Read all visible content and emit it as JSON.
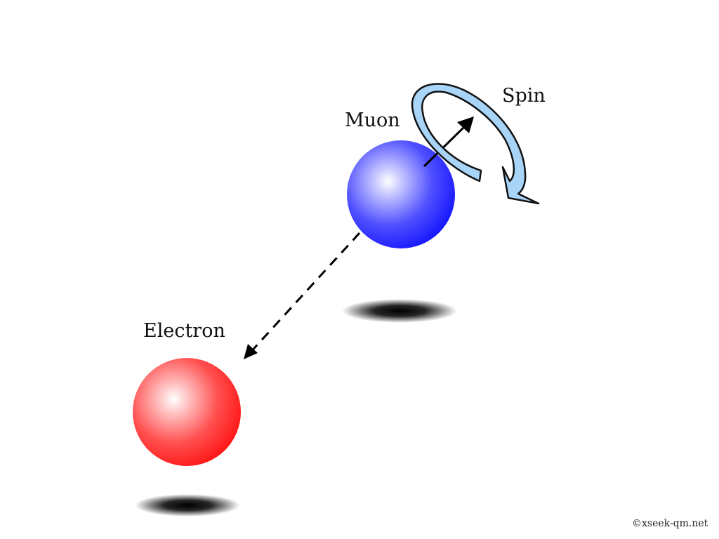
{
  "labels": {
    "muon": "Muon",
    "spin": "Spin",
    "electron": "Electron"
  },
  "credit": "©xseek-qm.net",
  "colors": {
    "muon": "#1a1aff",
    "electron": "#ff1a1a",
    "spin_arrow_fill": "#a8d4f7",
    "spin_arrow_outline": "#111111",
    "shadow": "#000000",
    "arrows": "#000000"
  },
  "icons": {
    "muon": "blue-sphere",
    "electron": "red-sphere",
    "spin": "curved-rotation-arrow",
    "spin_vector": "straight-arrow",
    "decay_path": "dashed-arrow"
  }
}
